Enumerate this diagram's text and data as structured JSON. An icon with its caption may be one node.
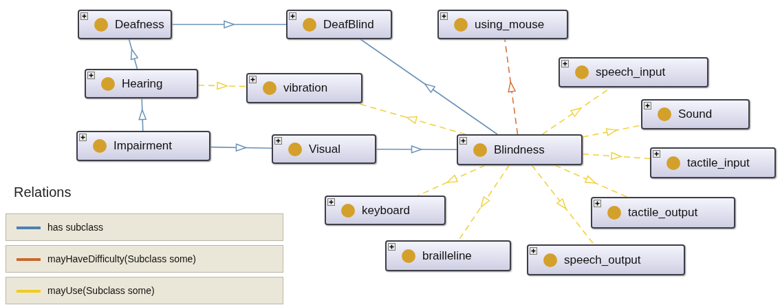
{
  "diagram": {
    "nodes": [
      {
        "text": [
          "Deafness"
        ]
      },
      {
        "text": [
          "DeafBlind"
        ]
      },
      {
        "text": [
          "using_mouse"
        ]
      },
      {
        "text": [
          "speech_input"
        ]
      },
      {
        "text": [
          "Hearing"
        ]
      },
      {
        "text": [
          "vibration"
        ]
      },
      {
        "text": [
          "Sound"
        ]
      },
      {
        "text": [
          "Impairment"
        ]
      },
      {
        "text": [
          "Visual"
        ]
      },
      {
        "text": [
          "Blindness"
        ]
      },
      {
        "text": [
          "tactile_input"
        ]
      },
      {
        "text": [
          "keyboard"
        ]
      },
      {
        "text": [
          "tactile_output"
        ]
      },
      {
        "text": [
          "brailleline"
        ]
      },
      {
        "text": [
          "speech_output"
        ]
      }
    ],
    "edges": [
      {
        "from": 0,
        "to": 1,
        "arrow": "to",
        "color": "#6a92b8"
      },
      {
        "from": 4,
        "to": 0,
        "arrow": "to",
        "color": "#6a92b8"
      },
      {
        "from": 7,
        "to": 4,
        "arrow": "to",
        "color": "#6a92b8"
      },
      {
        "from": 7,
        "to": 8,
        "arrow": "to",
        "color": "#6a92b8"
      },
      {
        "from": 8,
        "to": 9,
        "arrow": "to",
        "color": "#6a92b8"
      },
      {
        "from": 9,
        "to": 1,
        "arrow": "to",
        "color": "#6a92b8"
      },
      {
        "from": 9,
        "to": 2,
        "arrow": "to",
        "style": "dashed",
        "color": "#d8743c"
      },
      {
        "from": 4,
        "to": 5,
        "arrow": "to",
        "style": "dashed"
      },
      {
        "from": 9,
        "to": 5,
        "arrow": "to",
        "style": "dashed"
      },
      {
        "from": 9,
        "to": 3,
        "arrow": "to",
        "style": "dashed"
      },
      {
        "from": 9,
        "to": 6,
        "arrow": "to",
        "style": "dashed"
      },
      {
        "from": 9,
        "to": 10,
        "arrow": "to",
        "style": "dashed"
      },
      {
        "from": 9,
        "to": 12,
        "arrow": "to",
        "style": "dashed"
      },
      {
        "from": 9,
        "to": 14,
        "arrow": "to",
        "style": "dashed"
      },
      {
        "from": 9,
        "to": 13,
        "arrow": "to",
        "style": "dashed"
      },
      {
        "from": 9,
        "to": 11,
        "arrow": "to",
        "style": "dashed"
      }
    ],
    "labels": [
      "Relations"
    ],
    "legend": [
      {
        "text": "has subclass",
        "color": "#4f81b0"
      },
      {
        "text": "mayHaveDifficulty(Subclass some)",
        "color": "#c8682c"
      },
      {
        "text": "mayUse(Subclass some)",
        "color": "#f2cc1c"
      }
    ]
  }
}
